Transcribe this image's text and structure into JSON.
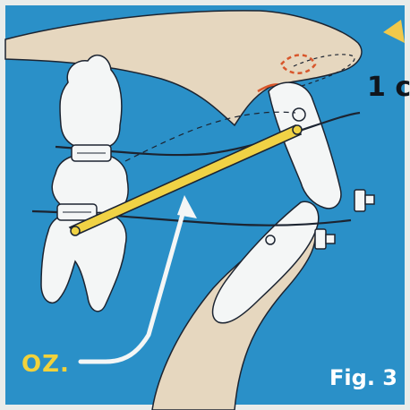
{
  "labels": {
    "oz": "OZ.",
    "top_right": "1 c",
    "figure": "Fig. 3"
  },
  "colors": {
    "frame": "#e9ecea",
    "background_blue": "#2a90c8",
    "bone": "#e6d7bf",
    "tooth": "#f4f6f6",
    "spring": "#f0d245",
    "outline": "#1c2431",
    "arrow": "#f4f6f6",
    "accent_red": "#d8562b",
    "accent_yellow": "#f1c94b"
  }
}
